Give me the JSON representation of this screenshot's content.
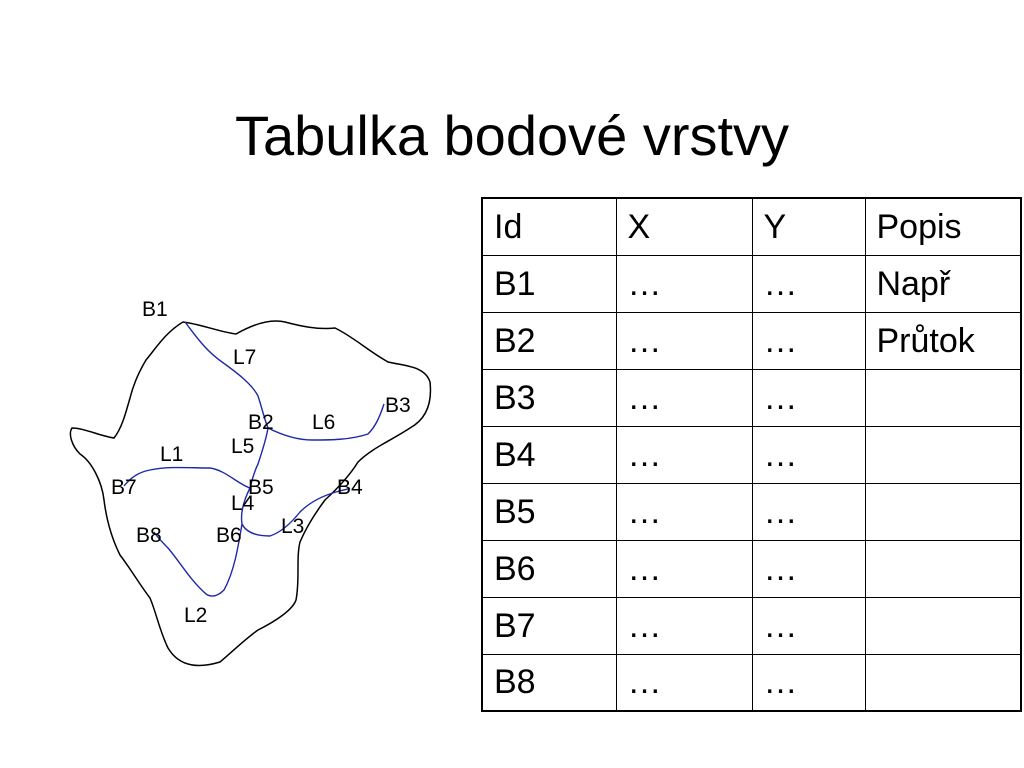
{
  "slide": {
    "title": "Tabulka bodové vrstvy"
  },
  "map": {
    "labels": [
      "B1",
      "L7",
      "B3",
      "B2",
      "L6",
      "L5",
      "L1",
      "B7",
      "B5",
      "B4",
      "L4",
      "L3",
      "B8",
      "B6",
      "L2"
    ],
    "colors": {
      "boundary": "#000000",
      "streams": "#1f2aa8"
    }
  },
  "table": {
    "headers": [
      "Id",
      "X",
      "Y",
      "Popis"
    ],
    "rows": [
      [
        "B1",
        "…",
        "…",
        "Např"
      ],
      [
        "B2",
        "…",
        "…",
        "Průtok"
      ],
      [
        "B3",
        "…",
        "…",
        ""
      ],
      [
        "B4",
        "…",
        "…",
        ""
      ],
      [
        "B5",
        "…",
        "…",
        ""
      ],
      [
        "B6",
        "…",
        "…",
        ""
      ],
      [
        "B7",
        "…",
        "…",
        ""
      ],
      [
        "B8",
        "…",
        "…",
        ""
      ]
    ]
  }
}
